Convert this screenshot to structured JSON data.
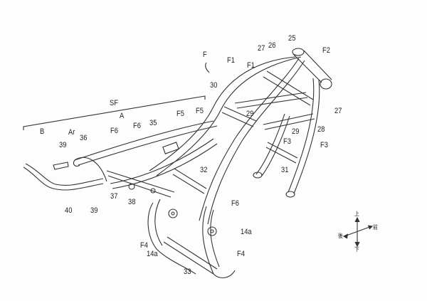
{
  "figure": {
    "labels": [
      "F",
      "F1",
      "F1",
      "27",
      "26",
      "25",
      "F2",
      "30",
      "29",
      "29",
      "27",
      "28",
      "F3",
      "F3",
      "31",
      "SF",
      "A",
      "B",
      "Ar",
      "36",
      "39",
      "F6",
      "F6",
      "35",
      "F5",
      "F5",
      "32",
      "37",
      "38",
      "40",
      "39",
      "F6",
      "F4",
      "14a",
      "14a",
      "F4",
      "33"
    ],
    "compass": {
      "up": "上",
      "down": "下",
      "front": "前",
      "rear": "後"
    }
  }
}
